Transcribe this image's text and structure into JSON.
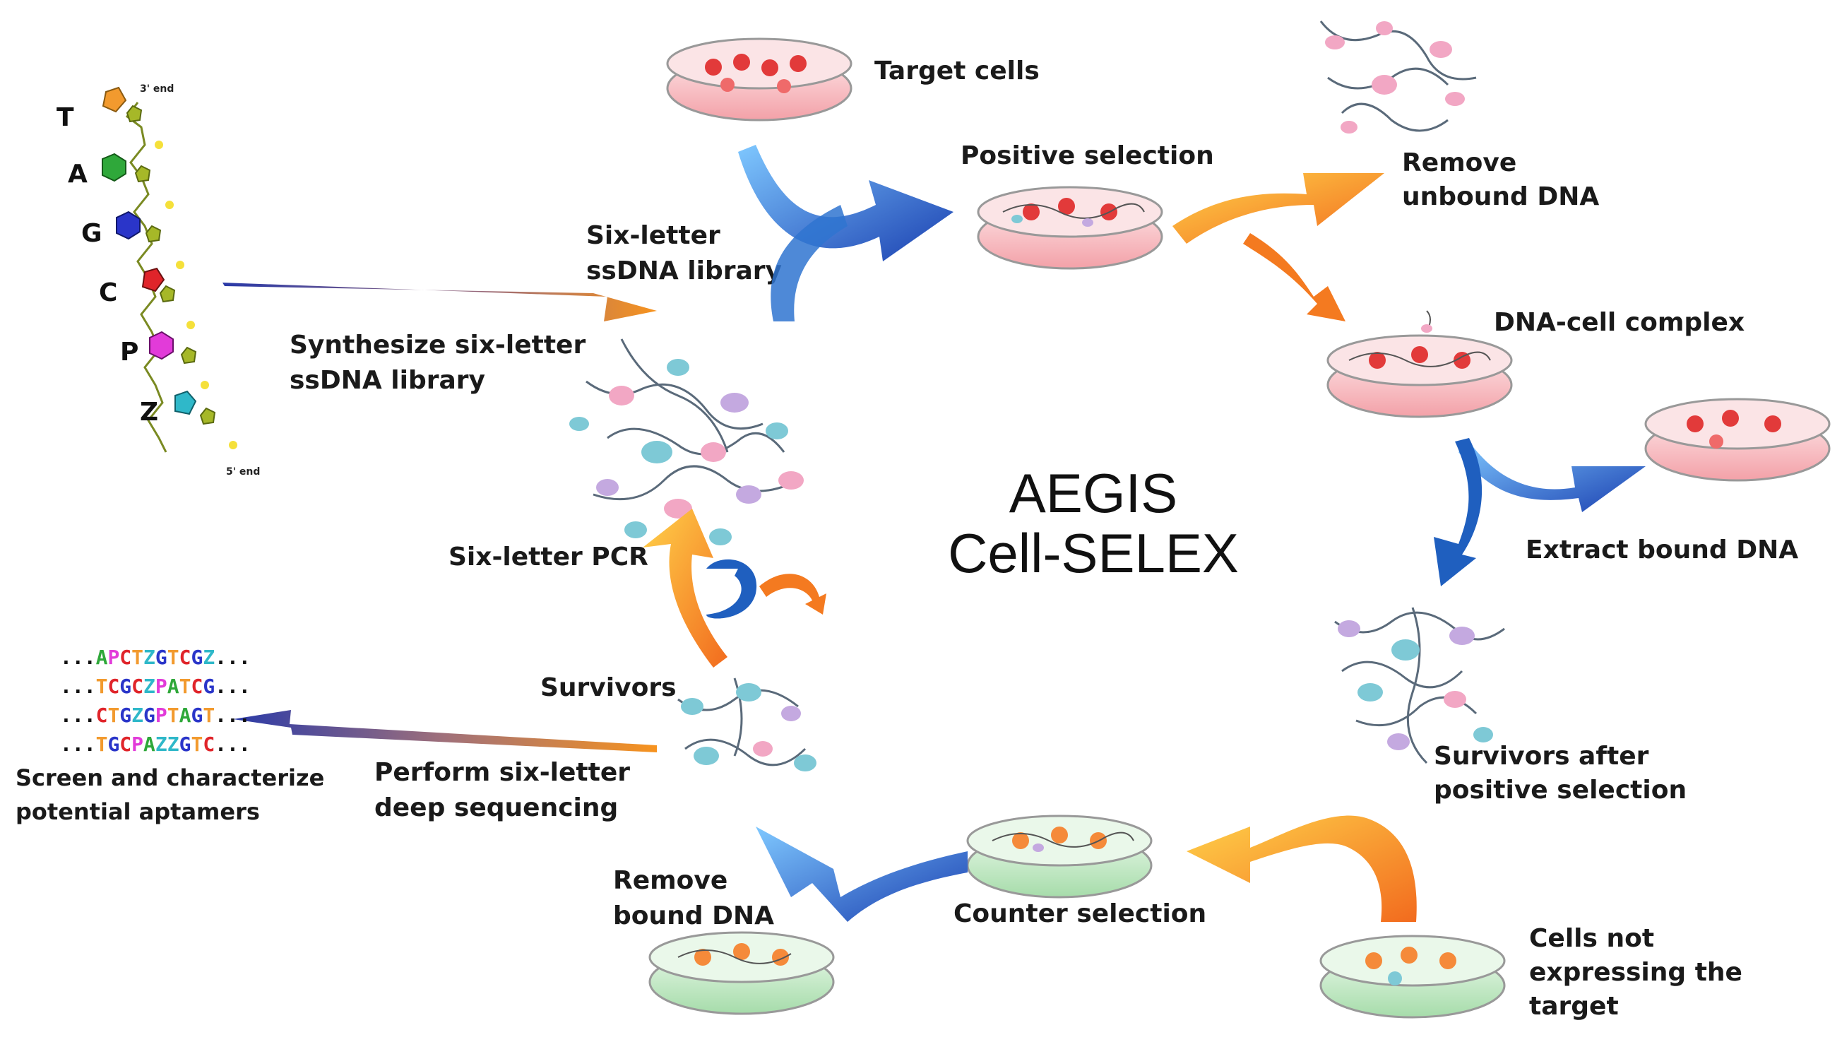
{
  "title": {
    "line1": "AEGIS",
    "line2": "Cell-SELEX"
  },
  "nucleotide_chain": {
    "end_top": "3' end",
    "end_bottom": "5' end",
    "bases": [
      {
        "letter": "T",
        "color": "#f29a2e"
      },
      {
        "letter": "A",
        "color": "#2fa83a"
      },
      {
        "letter": "G",
        "color": "#2a35c9"
      },
      {
        "letter": "C",
        "color": "#e0242a"
      },
      {
        "letter": "P",
        "color": "#e23bd9"
      },
      {
        "letter": "Z",
        "color": "#2fb8c9"
      }
    ]
  },
  "labels": {
    "synthesize": [
      "Synthesize six-letter",
      "ssDNA library"
    ],
    "library": [
      "Six-letter",
      "ssDNA library"
    ],
    "target_cells": "Target cells",
    "positive_selection": "Positive selection",
    "remove_unbound": [
      "Remove",
      "unbound DNA"
    ],
    "dna_cell_complex": "DNA-cell complex",
    "extract_bound": "Extract bound DNA",
    "survivors_after": [
      "Survivors after",
      "positive selection"
    ],
    "cells_not_expressing": [
      "Cells not",
      "expressing the",
      "target"
    ],
    "counter_selection": "Counter selection",
    "remove_bound": [
      "Remove",
      "bound DNA"
    ],
    "survivors": "Survivors",
    "six_letter_pcr": "Six-letter PCR",
    "deep_sequencing": [
      "Perform six-letter",
      "deep sequencing"
    ],
    "screen": [
      "Screen and characterize",
      "potential aptamers"
    ]
  },
  "sequences": [
    {
      "prefix": "...",
      "text": "APCTZGTCGZ",
      "suffix": "..."
    },
    {
      "prefix": "...",
      "text": "TCGCZPATCG",
      "suffix": "..."
    },
    {
      "prefix": "...",
      "text": "CTGZGPTAGT",
      "suffix": "..."
    },
    {
      "prefix": "...",
      "text": "TGCPAZZGTC",
      "suffix": "..."
    }
  ],
  "letter_colors": {
    "A": "#2fa83a",
    "T": "#f29a2e",
    "G": "#2a35c9",
    "C": "#e0242a",
    "P": "#e23bd9",
    "Z": "#2fb8c9"
  },
  "colors": {
    "orange_arrow": "#f7931e",
    "blue_arrow": "#1f5fbf",
    "target_dish": "#f6b9bd",
    "counter_dish": "#bfe6c2",
    "strand_blue": "#7ec9d6",
    "strand_pink": "#f2a7c4",
    "strand_lilac": "#c4a9e0"
  }
}
